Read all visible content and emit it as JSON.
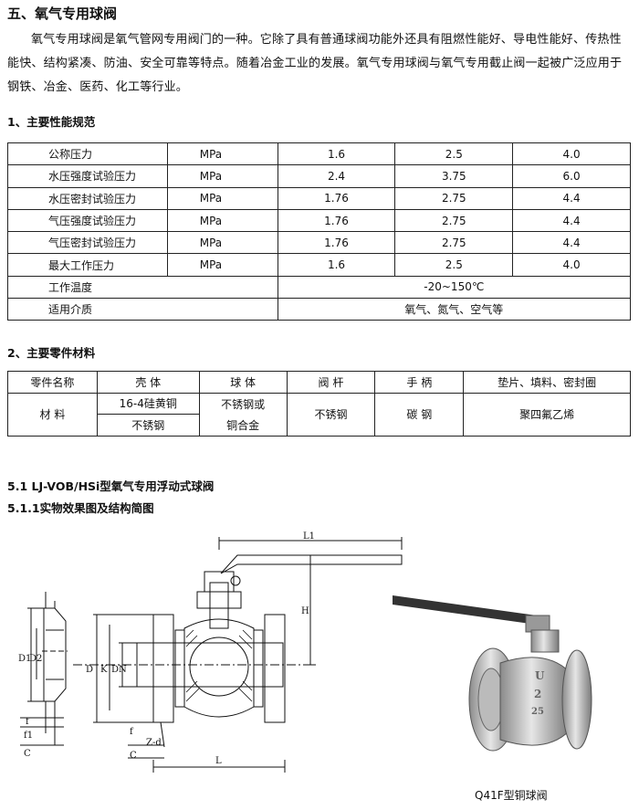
{
  "heading": "五、氧气专用球阀",
  "intro": "氧气专用球阀是氧气管网专用阀门的一种。它除了具有普通球阀功能外还具有阻燃性能好、导电性能好、传热性能快、结构紧凑、防油、安全可靠等特点。随着冶金工业的发展。氧气专用球阀与氧气专用截止阀一起被广泛应用于钢铁、冶金、医药、化工等行业。",
  "section1": {
    "title": "1、主要性能规范",
    "rows": [
      {
        "name": "公称压力",
        "unit": "MPa",
        "v1": "1.6",
        "v2": "2.5",
        "v3": "4.0"
      },
      {
        "name": "水压强度试验压力",
        "unit": "MPa",
        "v1": "2.4",
        "v2": "3.75",
        "v3": "6.0"
      },
      {
        "name": "水压密封试验压力",
        "unit": "MPa",
        "v1": "1.76",
        "v2": "2.75",
        "v3": "4.4"
      },
      {
        "name": "气压强度试验压力",
        "unit": "MPa",
        "v1": "1.76",
        "v2": "2.75",
        "v3": "4.4"
      },
      {
        "name": "气压密封试验压力",
        "unit": "MPa",
        "v1": "1.76",
        "v2": "2.75",
        "v3": "4.4"
      },
      {
        "name": "最大工作压力",
        "unit": "MPa",
        "v1": "1.6",
        "v2": "2.5",
        "v3": "4.0"
      }
    ],
    "temp_label": "工作温度",
    "temp_value": "-20~150℃",
    "medium_label": "适用介质",
    "medium_value": "氧气、氮气、空气等"
  },
  "section2": {
    "title": "2、主要零件材料",
    "headers": [
      "零件名称",
      "壳  体",
      "球  体",
      "阀  杆",
      "手  柄",
      "垫片、填料、密封圈"
    ],
    "row_label": "材  料",
    "shell": [
      "16-4硅黄铜",
      "不锈钢"
    ],
    "ball": [
      "不锈钢或",
      "铜合金"
    ],
    "stem": "不锈钢",
    "handle": "碳  钢",
    "seal": "聚四氟乙烯"
  },
  "section51": "5.1 LJ-VOB/HSi型氧气专用浮动式球阀",
  "section511": "5.1.1实物效果图及结构简图",
  "drawing_labels": {
    "l1": "L1",
    "h": "H",
    "d1": "D1",
    "d2": "D2",
    "d": "D",
    "k": "K",
    "dn": "DN",
    "f": "f",
    "f1": "f1",
    "c": "C",
    "zd": "Z-d",
    "l": "L"
  },
  "photo_marks": {
    "u": "U",
    "two": "2",
    "twentyfive": "25"
  },
  "photo_caption": "Q41F型铜球阀"
}
